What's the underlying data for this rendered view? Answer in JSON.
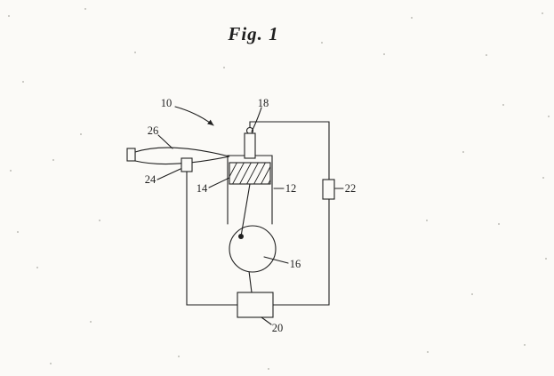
{
  "figure": {
    "title": "Fig. 1",
    "labels": {
      "n10": "10",
      "n12": "12",
      "n14": "14",
      "n16": "16",
      "n18": "18",
      "n20": "20",
      "n22": "22",
      "n24": "24",
      "n26": "26"
    },
    "colors": {
      "ink": "#1f1f1f",
      "paper": "#fbfaf7"
    }
  }
}
